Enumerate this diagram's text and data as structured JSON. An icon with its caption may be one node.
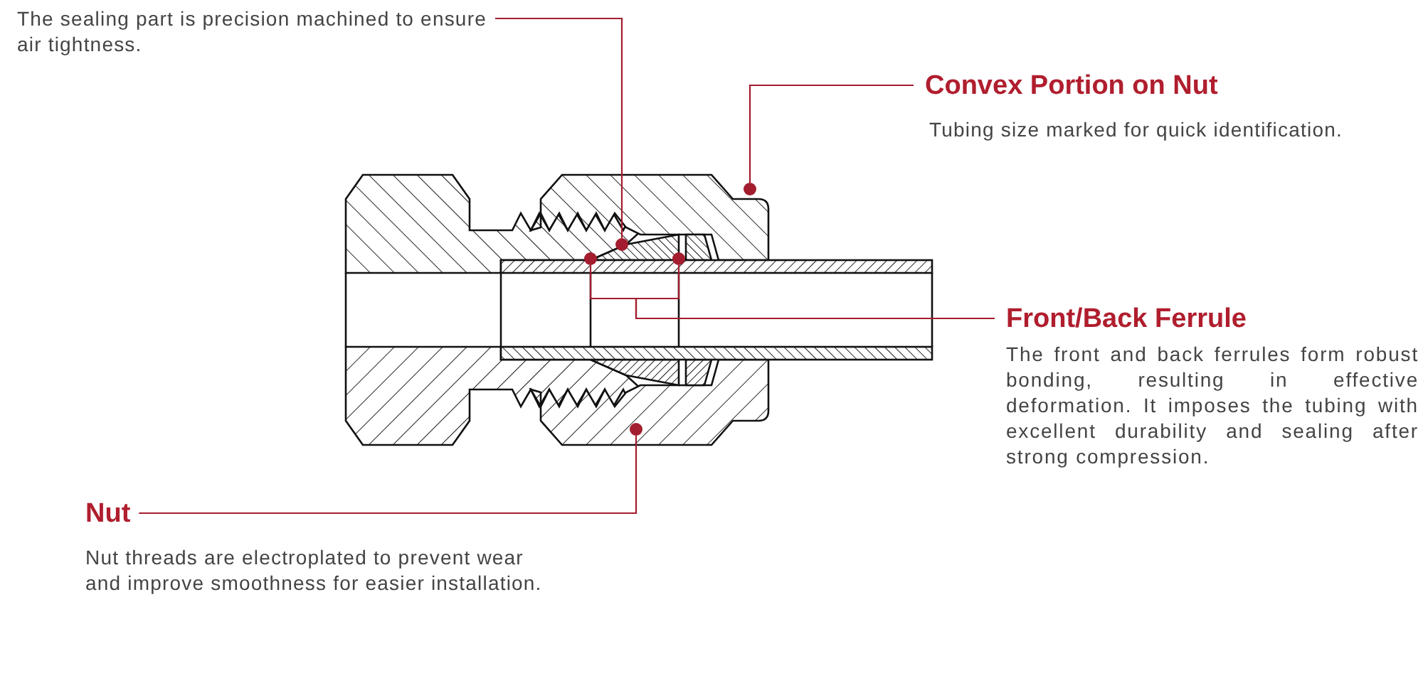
{
  "diagram": {
    "nodes": [
      {
        "text": [
          "The sealing part is precision machined to ensure air tightness."
        ]
      },
      {
        "text": [
          "Convex Portion on Nut",
          "Tubing size marked for quick identification."
        ]
      },
      {
        "text": [
          "Front/Back Ferrule",
          "The front and back ferrules form robust bonding, resulting in effective deformation. It imposes the tubing with excellent durability and sealing after strong compression."
        ]
      },
      {
        "text": [
          "Nut",
          "Nut threads are electroplated to prevent wear and improve smoothness for easier installation."
        ]
      },
      {
        "text": [],
        "shape": "circle"
      },
      {
        "text": [],
        "shape": "circle"
      },
      {
        "text": [],
        "shape": "circle"
      },
      {
        "text": [],
        "shape": "circle"
      },
      {
        "text": [],
        "shape": "circle"
      }
    ],
    "edges": [
      {
        "from": 0,
        "to": 4,
        "arrow": "none"
      },
      {
        "from": 1,
        "to": 5,
        "arrow": "none"
      },
      {
        "from": 2,
        "to": 6,
        "arrow": "none"
      },
      {
        "from": 2,
        "to": 7,
        "arrow": "none"
      },
      {
        "from": 3,
        "to": 8,
        "arrow": "none"
      }
    ]
  }
}
